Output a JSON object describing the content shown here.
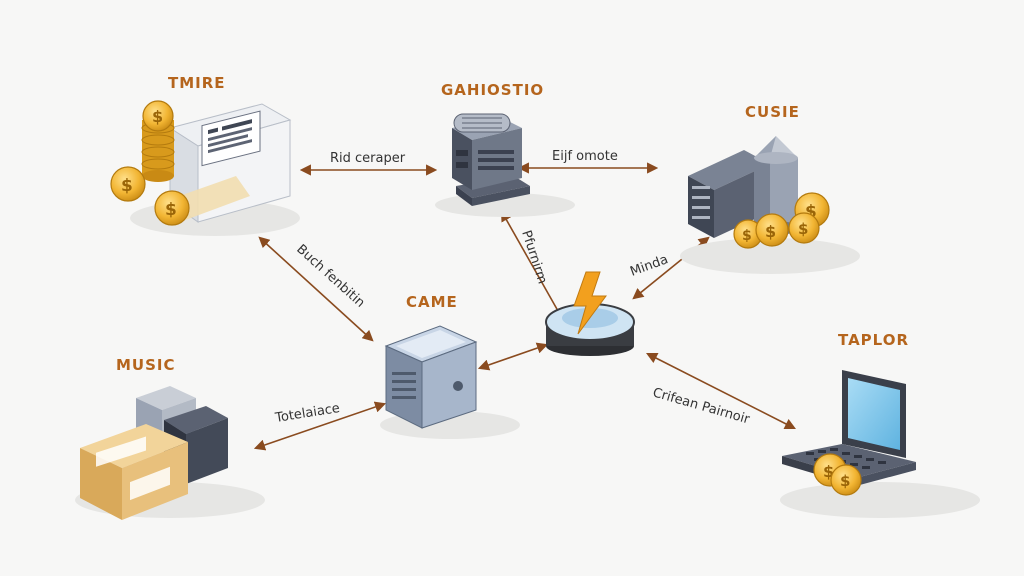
{
  "colors": {
    "background": "#f7f7f6",
    "title": "#b5651d",
    "arrow": "#8a4b1f",
    "coin": "#f2b533",
    "coin_dark": "#c98a14",
    "server_dark": "#4a5160",
    "server_light": "#8c95a6",
    "box": "#e8c07c"
  },
  "nodes": {
    "tmire": {
      "title": "TMIRE",
      "icon": "coins-and-document-icon"
    },
    "gahiostio": {
      "title": "GAHIOSTIO",
      "icon": "server-icon"
    },
    "cusie": {
      "title": "CUSIE",
      "icon": "storage-tank-and-coins-icon"
    },
    "music": {
      "title": "MUSIC",
      "icon": "packages-icon"
    },
    "came": {
      "title": "CAME",
      "icon": "cube-device-icon"
    },
    "hub": {
      "title": "",
      "icon": "hub-lightning-icon"
    },
    "taplor": {
      "title": "TAPLOR",
      "icon": "laptop-with-coins-icon"
    }
  },
  "edges": {
    "tmire_gahiostio": "Rid ceraper",
    "gahiostio_cusie": "Eijf omote",
    "tmire_came": "Buch fenbitin",
    "gahiostio_hub": "Pfurnirm",
    "cusie_hub": "Minda",
    "music_came": "Totelaiace",
    "taplor_hub": "Crifean Pairnoir"
  }
}
